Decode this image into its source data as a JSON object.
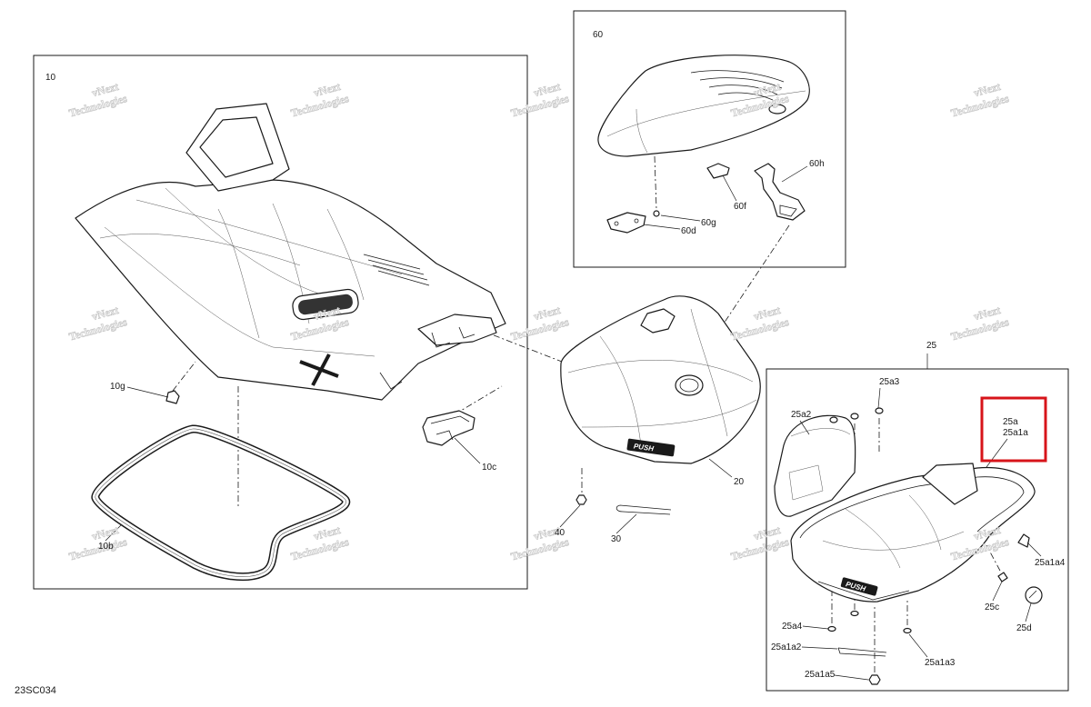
{
  "document": {
    "drawing_id": "23SC034"
  },
  "watermark": {
    "line1": "vNext",
    "line2": "Technologies"
  },
  "badge_text": "PUSH",
  "callouts": {
    "p10": "10",
    "p10g": "10g",
    "p10c": "10c",
    "p10b": "10b",
    "p60": "60",
    "p60h": "60h",
    "p60f": "60f",
    "p60g": "60g",
    "p60d": "60d",
    "p20": "20",
    "p40": "40",
    "p30": "30",
    "p25": "25",
    "p25a3": "25a3",
    "p25a2": "25a2",
    "p25a": "25a",
    "p25a1a": "25a1a",
    "p25a1a4": "25a1a4",
    "p25c": "25c",
    "p25d": "25d",
    "p25a4": "25a4",
    "p25a1a2": "25a1a2",
    "p25a1a3": "25a1a3",
    "p25a1a5": "25a1a5"
  },
  "colors": {
    "line": "#1a1a1a",
    "highlight": "#d7141a",
    "watermark": "#c4c4c4",
    "background": "#ffffff"
  }
}
